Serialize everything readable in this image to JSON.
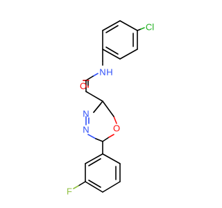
{
  "molecule": {
    "atoms": {
      "cl": {
        "label": "Cl",
        "color": "#1fb01f"
      },
      "nh": {
        "label": "N",
        "color": "#3050f8"
      },
      "h": {
        "label": "H",
        "color": "#3050f8"
      },
      "carbonyl_o": {
        "label": "O",
        "color": "#ff0d0d"
      },
      "ring_n1": {
        "label": "N",
        "color": "#3050f8"
      },
      "ring_n2": {
        "label": "N",
        "color": "#3050f8"
      },
      "ring_o": {
        "label": "O",
        "color": "#ff0d0d"
      },
      "f": {
        "label": "F",
        "color": "#8fbf3f"
      }
    }
  }
}
